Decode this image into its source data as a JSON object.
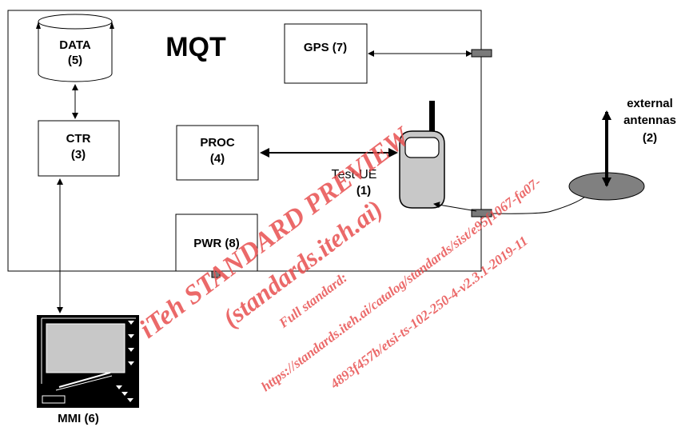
{
  "diagram": {
    "title": "MQT",
    "blocks": {
      "data": {
        "name": "DATA",
        "num": "(5)"
      },
      "gps": {
        "label": "GPS (7)"
      },
      "ctr": {
        "name": "CTR",
        "num": "(3)"
      },
      "proc": {
        "name": "PROC",
        "num": "(4)"
      },
      "pwr": {
        "label": "PWR (8)"
      },
      "test_ue": {
        "name": "Test-UE",
        "num": "(1)"
      },
      "antennas": {
        "line1": "external",
        "line2": "antennas",
        "num": "(2)"
      },
      "mmi": {
        "label": "MMI (6)"
      }
    }
  },
  "watermark": {
    "line1": "iTeh STANDARD PREVIEW",
    "line2": "(standards.iteh.ai)",
    "line3": "Full standard:",
    "line4": "https://standards.iteh.ai/catalog/standards/sist/e95f1067-fa07-",
    "line5": "4893f457b/etsi-ts-102-250-4-v2.3.1-2019-11"
  },
  "colors": {
    "box_stroke": "#000000",
    "ue_body": "#c8c8c8",
    "antenna_disc": "#808080",
    "connector": "#7a7a7a",
    "mmi_screen": "#c8c8c8",
    "watermark": "#e85050"
  }
}
